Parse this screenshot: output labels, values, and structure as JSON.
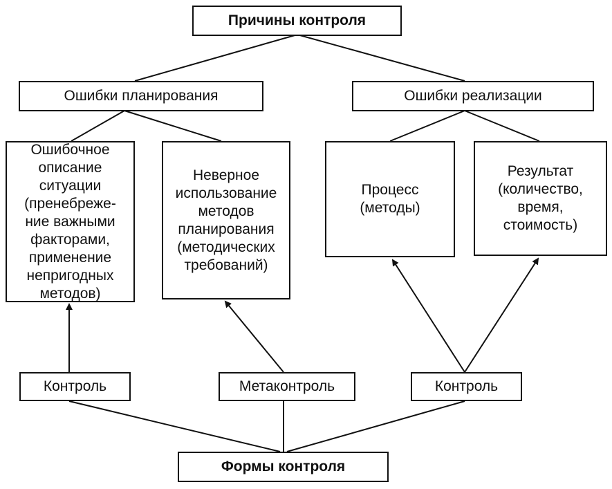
{
  "root": {
    "label": "Причины контроля"
  },
  "planning_errors": {
    "label": "Ошибки планирования"
  },
  "realization_errors": {
    "label": "Ошибки реализации"
  },
  "wrong_description": {
    "label": "Ошибочное\nописание\nситуации\n(пренебреже-\nние важными\nфакторами,\nприменение\nнепригодных\nметодов)"
  },
  "wrong_methods": {
    "label": "Неверное\nиспользование\nметодов\nпланирования\n(методических\nтребований)"
  },
  "process": {
    "label": "Процесс\n(методы)"
  },
  "result": {
    "label": "Результат\n(количество,\nвремя,\nстоимость)"
  },
  "control_left": {
    "label": "Контроль"
  },
  "metacontrol": {
    "label": "Метаконтроль"
  },
  "control_right": {
    "label": "Контроль"
  },
  "forms": {
    "label": "Формы контроля"
  }
}
